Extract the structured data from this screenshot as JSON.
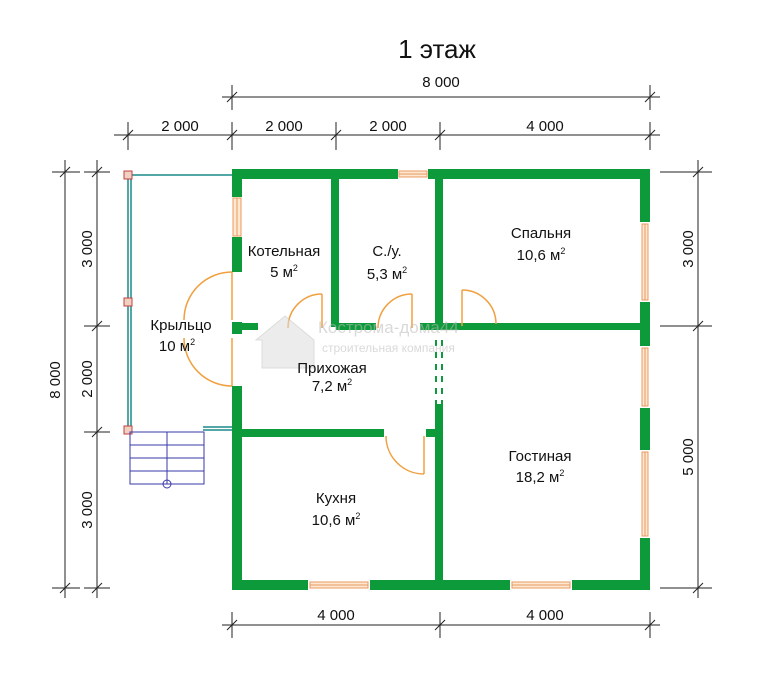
{
  "title": "1 этаж",
  "dimensions": {
    "top_total": "8 000",
    "top_segments": [
      "2 000",
      "2 000",
      "2 000",
      "4 000"
    ],
    "bottom_segments": [
      "4 000",
      "4 000"
    ],
    "left_total": "8 000",
    "left_segments": [
      "3 000",
      "2 000",
      "3 000"
    ],
    "right_segments": [
      "3 000",
      "5 000"
    ]
  },
  "rooms": {
    "kotelnaya": {
      "name": "Котельная",
      "area": "5 м",
      "unit_sup": "2"
    },
    "su": {
      "name": "С./у.",
      "area": "5,3 м",
      "unit_sup": "2"
    },
    "spalnya": {
      "name": "Спальня",
      "area": "10,6 м",
      "unit_sup": "2"
    },
    "krylco": {
      "name": "Крыльцо",
      "area": "10 м",
      "unit_sup": "2"
    },
    "prihozhaya": {
      "name": "Прихожая",
      "area": "7,2 м",
      "unit_sup": "2"
    },
    "gostinaya": {
      "name": "Гостиная",
      "area": "18,2 м",
      "unit_sup": "2"
    },
    "kuhnya": {
      "name": "Кухня",
      "area": "10,6 м",
      "unit_sup": "2"
    }
  },
  "watermark": {
    "line1": "Кострома-дома44",
    "line2": "строительная компания"
  },
  "colors": {
    "wall": "#0d9a3a",
    "door": "#f0a040",
    "window": "#f4c08a",
    "porch": "#1a8a8a",
    "stairs": "#3a3aa8"
  }
}
